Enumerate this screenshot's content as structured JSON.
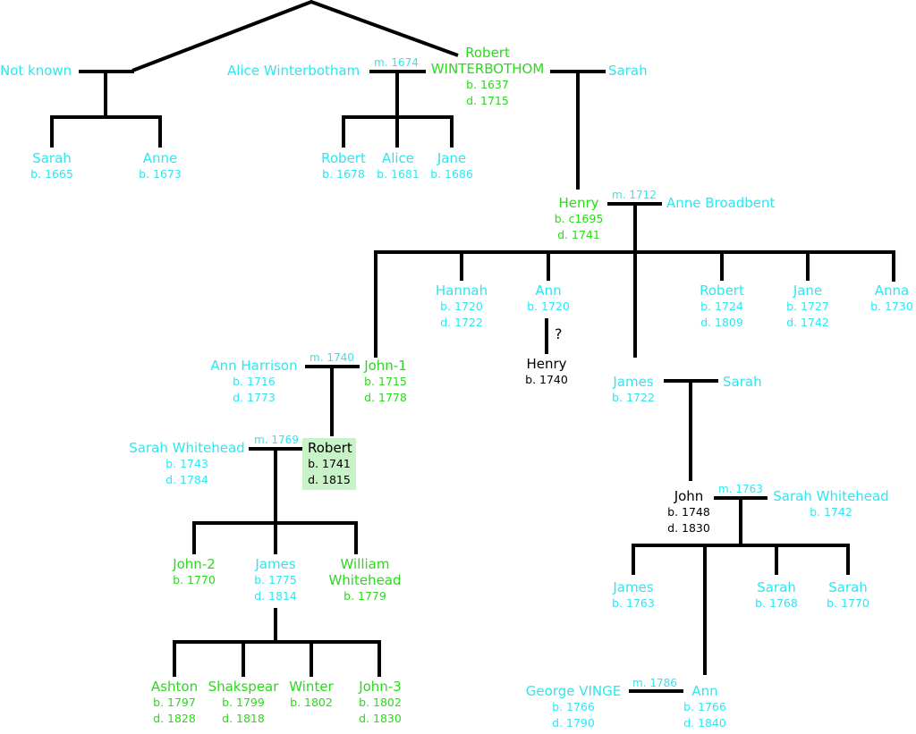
{
  "colors": {
    "spouse_or_relative": "#2ee6f0",
    "direct_line": "#2ad91c",
    "other": "#000000",
    "highlight_bg": "#c8f2c8",
    "lines": "#000000"
  },
  "people": {
    "not_known": {
      "name": "Not known"
    },
    "sarah_1665": {
      "name": "Sarah",
      "b": "b. 1665"
    },
    "anne_1673": {
      "name": "Anne",
      "b": "b. 1673"
    },
    "alice_winterbotham": {
      "name": "Alice Winterbotham"
    },
    "robert_winterbothom": {
      "name1": "Robert",
      "name2": "WINTERBOTHOM",
      "b": "b. 1637",
      "d": "d. 1715"
    },
    "sarah_wife": {
      "name": "Sarah"
    },
    "robert_1678": {
      "name": "Robert",
      "b": "b. 1678"
    },
    "alice_1681": {
      "name": "Alice",
      "b": "b. 1681"
    },
    "jane_1686": {
      "name": "Jane",
      "b": "b. 1686"
    },
    "henry_1695": {
      "name": "Henry",
      "b": "b. c1695",
      "d": "d. 1741"
    },
    "anne_broadbent": {
      "name": "Anne Broadbent"
    },
    "hannah": {
      "name": "Hannah",
      "b": "b. 1720",
      "d": "d. 1722"
    },
    "ann_1720": {
      "name": "Ann",
      "b": "b. 1720"
    },
    "robert_1724": {
      "name": "Robert",
      "b": "b. 1724",
      "d": "d. 1809"
    },
    "jane_1727": {
      "name": "Jane",
      "b": "b. 1727",
      "d": "d. 1742"
    },
    "anna_1730": {
      "name": "Anna",
      "b": "b. 1730"
    },
    "henry_1740": {
      "name": "Henry",
      "b": "b. 1740"
    },
    "ann_harrison": {
      "name": "Ann Harrison",
      "b": "b. 1716",
      "d": "d. 1773"
    },
    "john_1": {
      "name": "John-1",
      "b": "b. 1715",
      "d": "d. 1778"
    },
    "james_1722": {
      "name": "James",
      "b": "b. 1722"
    },
    "sarah_james": {
      "name": "Sarah"
    },
    "sarah_whitehead_1743": {
      "name": "Sarah Whitehead",
      "b": "b. 1743",
      "d": "d. 1784"
    },
    "robert_1741": {
      "name": "Robert",
      "b": "b. 1741",
      "d": "d. 1815"
    },
    "john_1748": {
      "name": "John",
      "b": "b. 1748",
      "d": "d. 1830"
    },
    "sarah_whitehead_1742": {
      "name": "Sarah Whitehead",
      "b": "b. 1742"
    },
    "john_2": {
      "name": "John-2",
      "b": "b. 1770"
    },
    "james_1775": {
      "name": "James",
      "b": "b. 1775",
      "d": "d. 1814"
    },
    "william_whitehead": {
      "name1": "William",
      "name2": "Whitehead",
      "b": "b. 1779"
    },
    "james_1763": {
      "name": "James",
      "b": "b. 1763"
    },
    "sarah_1768": {
      "name": "Sarah",
      "b": "b. 1768"
    },
    "sarah_1770": {
      "name": "Sarah",
      "b": "b. 1770"
    },
    "ashton": {
      "name": "Ashton",
      "b": "b. 1797",
      "d": "d. 1828"
    },
    "shakspear": {
      "name": "Shakspear",
      "b": "b. 1799",
      "d": "d. 1818"
    },
    "winter": {
      "name": "Winter",
      "b": "b. 1802"
    },
    "john_3": {
      "name": "John-3",
      "b": "b. 1802",
      "d": "d. 1830"
    },
    "george_vinge": {
      "name": "George VINGE",
      "b": "b. 1766",
      "d": "d. 1790"
    },
    "ann_1766": {
      "name": "Ann",
      "b": "b. 1766",
      "d": "d. 1840"
    }
  },
  "marriages": {
    "m1674": "m. 1674",
    "m1712": "m. 1712",
    "m1740": "m. 1740",
    "m1769": "m. 1769",
    "m1763": "m. 1763",
    "m1786": "m. 1786"
  },
  "uncertain_link": "?"
}
